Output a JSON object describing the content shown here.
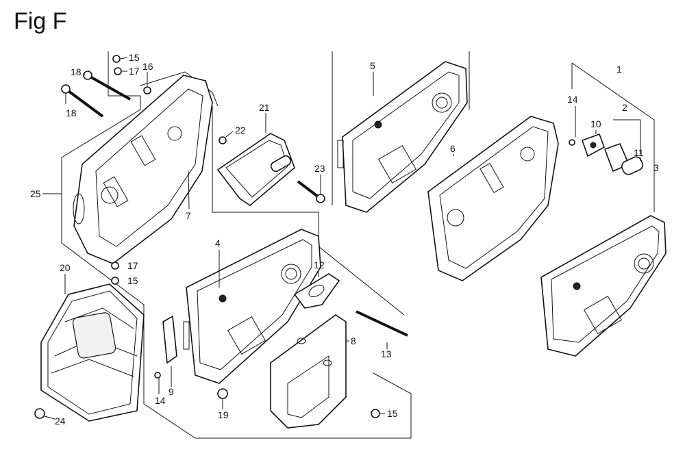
{
  "title": "Fig F",
  "callouts": [
    {
      "id": "c15a",
      "label": "15"
    },
    {
      "id": "c17a",
      "label": "17"
    },
    {
      "id": "c16",
      "label": "16"
    },
    {
      "id": "c18a",
      "label": "18"
    },
    {
      "id": "c18b",
      "label": "18"
    },
    {
      "id": "c21",
      "label": "21"
    },
    {
      "id": "c22",
      "label": "22"
    },
    {
      "id": "c23",
      "label": "23"
    },
    {
      "id": "c25",
      "label": "25"
    },
    {
      "id": "c7",
      "label": "7"
    },
    {
      "id": "c5",
      "label": "5"
    },
    {
      "id": "c6",
      "label": "6"
    },
    {
      "id": "c1",
      "label": "1"
    },
    {
      "id": "c2",
      "label": "2"
    },
    {
      "id": "c14a",
      "label": "14"
    },
    {
      "id": "c10",
      "label": "10"
    },
    {
      "id": "c11",
      "label": "11"
    },
    {
      "id": "c3",
      "label": "3"
    },
    {
      "id": "c4",
      "label": "4"
    },
    {
      "id": "c12",
      "label": "12"
    },
    {
      "id": "c17b",
      "label": "17"
    },
    {
      "id": "c15b",
      "label": "15"
    },
    {
      "id": "c20",
      "label": "20"
    },
    {
      "id": "c8",
      "label": "8"
    },
    {
      "id": "c13",
      "label": "13"
    },
    {
      "id": "c9",
      "label": "9"
    },
    {
      "id": "c14b",
      "label": "14"
    },
    {
      "id": "c19",
      "label": "19"
    },
    {
      "id": "c24",
      "label": "24"
    },
    {
      "id": "c15c",
      "label": "15"
    }
  ]
}
